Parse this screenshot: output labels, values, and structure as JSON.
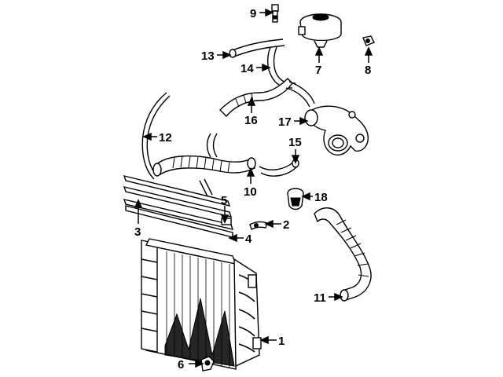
{
  "diagram": {
    "callouts": [
      {
        "id": "c1",
        "text": "1"
      },
      {
        "id": "c2",
        "text": "2"
      },
      {
        "id": "c3",
        "text": "3"
      },
      {
        "id": "c4",
        "text": "4"
      },
      {
        "id": "c5",
        "text": "5"
      },
      {
        "id": "c6",
        "text": "6"
      },
      {
        "id": "c7",
        "text": "7"
      },
      {
        "id": "c8",
        "text": "8"
      },
      {
        "id": "c9",
        "text": "9"
      },
      {
        "id": "c10",
        "text": "10"
      },
      {
        "id": "c11",
        "text": "11"
      },
      {
        "id": "c12",
        "text": "12"
      },
      {
        "id": "c13",
        "text": "13"
      },
      {
        "id": "c14",
        "text": "14"
      },
      {
        "id": "c15",
        "text": "15"
      },
      {
        "id": "c16",
        "text": "16"
      },
      {
        "id": "c17",
        "text": "17"
      },
      {
        "id": "c18",
        "text": "18"
      }
    ],
    "colors": {
      "ink": "#000000",
      "paper": "#ffffff"
    }
  }
}
